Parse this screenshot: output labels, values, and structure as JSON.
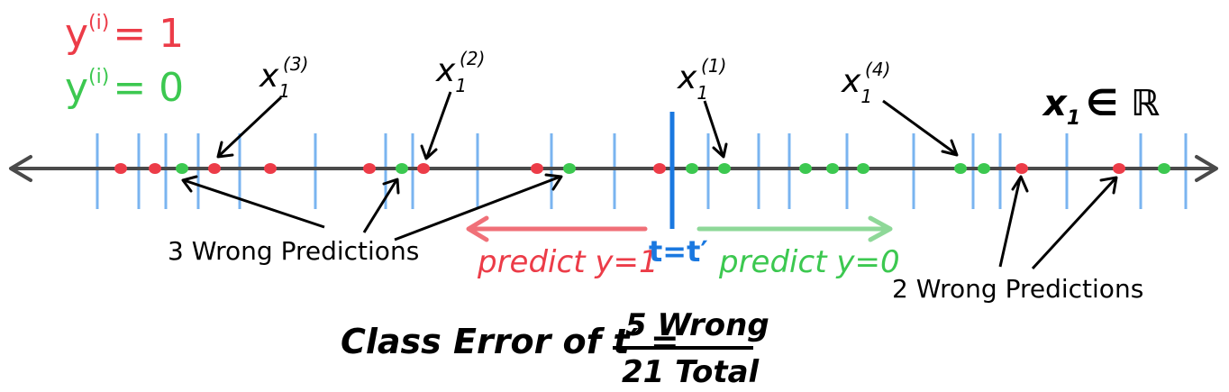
{
  "legend": {
    "red_label": "y",
    "red_sup": "(i)",
    "red_rest": "= 1",
    "green_label": "y",
    "green_sup": "(i)",
    "green_rest": "= 0"
  },
  "colors": {
    "red": "#ec3c48",
    "green": "#3cc850",
    "blue_threshold": "#1a78e0",
    "tick_blue": "#7ab4f0",
    "axis": "#4a4a4a",
    "predict_red": "#f07078",
    "predict_green": "#8ed898",
    "ink": "#000000"
  },
  "axis_label": {
    "var": "x",
    "sub": "1",
    "rest": "∈ ℝ"
  },
  "point_labels": [
    {
      "var": "x",
      "sub": "1",
      "sup": "(3)"
    },
    {
      "var": "x",
      "sub": "1",
      "sup": "(2)"
    },
    {
      "var": "x",
      "sub": "1",
      "sup": "(1)"
    },
    {
      "var": "x",
      "sub": "1",
      "sup": "(4)"
    }
  ],
  "threshold_label": "t=t′",
  "predict_left": "predict y=1",
  "predict_right": "predict y=0",
  "wrong_left": "3 Wrong Predictions",
  "wrong_right": "2 Wrong Predictions",
  "formula": {
    "lhs": "Class Error of t′ =",
    "numerator": "5 Wrong",
    "denominator": "21 Total"
  },
  "icons": {
    "axis_left": "arrow-left-icon",
    "axis_right": "arrow-right-icon"
  },
  "chart_data": {
    "type": "scatter",
    "points": [
      {
        "class": 1
      },
      {
        "class": 1
      },
      {
        "class": 0
      },
      {
        "class": 1
      },
      {
        "class": 1
      },
      {
        "class": 1
      },
      {
        "class": 0
      },
      {
        "class": 1
      },
      {
        "class": 1
      },
      {
        "class": 0
      },
      {
        "class": 1
      },
      {
        "class": 0
      },
      {
        "class": 0
      },
      {
        "class": 0
      },
      {
        "class": 0
      },
      {
        "class": 0
      },
      {
        "class": 0
      },
      {
        "class": 0
      },
      {
        "class": 1
      },
      {
        "class": 1
      },
      {
        "class": 0
      }
    ],
    "total_points": 21,
    "wrong_predictions": 5
  }
}
